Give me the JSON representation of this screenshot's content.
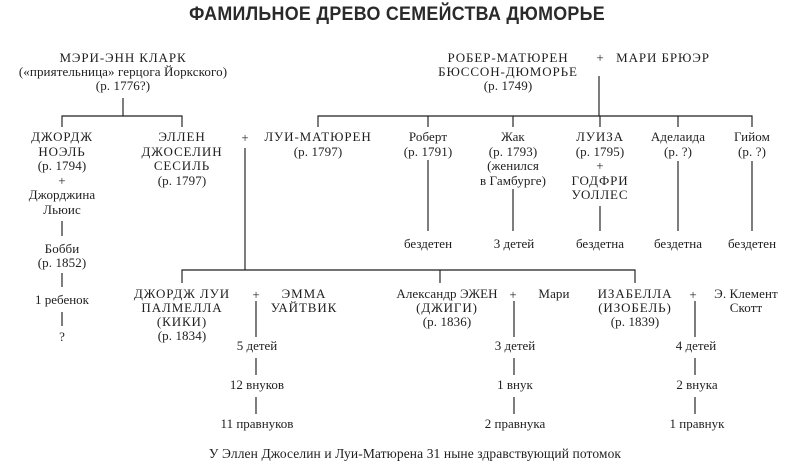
{
  "title": "ФАМИЛЬНОЕ ДРЕВО СЕМЕЙСТВА ДЮМОРЬЕ",
  "caption": "У Эллен Джоселин и Луи-Матюрена 31 ныне здравствующий потомок",
  "symbols": {
    "plus": "+"
  },
  "colors": {
    "ink": "#1e1e1e",
    "background": "#ffffff"
  },
  "gen1": {
    "mary_ann_clark": {
      "name": "МЭРИ-ЭНН КЛАРК",
      "note": "(«приятельница» герцога Йоркского)",
      "born": "(р. 1776?)"
    },
    "robert_mathurin": {
      "name1": "РОБЕР-МАТЮРЕН",
      "name2": "БЮССОН-ДЮМОРЬЕ",
      "born": "(р. 1749)"
    },
    "mary_brewer": {
      "name": "МАРИ БРЮЭР"
    }
  },
  "gen2": {
    "george_noel": {
      "name1": "ДЖОРДЖ",
      "name2": "НОЭЛЬ",
      "born": "(р. 1794)",
      "plus": "+",
      "spouse1": "Джорджина",
      "spouse2": "Льюис"
    },
    "bobby": {
      "name": "Бобби",
      "born": "(р. 1852)",
      "child": "1 ребенок",
      "unknown": "?"
    },
    "ellen": {
      "name1": "ЭЛЛЕН",
      "name2": "ДЖОСЕЛИН",
      "name3": "СЕСИЛЬ",
      "born": "(р. 1797)"
    },
    "louis_mathurin": {
      "name": "ЛУИ-МАТЮРЕН",
      "born": "(р. 1797)"
    },
    "robert": {
      "name": "Роберт",
      "born": "(р. 1791)",
      "outcome": "бездетен"
    },
    "jacques": {
      "name": "Жак",
      "born": "(р. 1793)",
      "note1": "(женился",
      "note2": "в Гамбурге)",
      "outcome": "3 детей"
    },
    "louisa": {
      "name": "ЛУИЗА",
      "born": "(р. 1795)",
      "plus": "+",
      "spouse1": "ГОДФРИ",
      "spouse2": "УОЛЛЕС",
      "outcome": "бездетна"
    },
    "adelaide": {
      "name": "Аделаида",
      "born": "(р. ?)",
      "outcome": "бездетна"
    },
    "guillaume": {
      "name": "Гийом",
      "born": "(р. ?)",
      "outcome": "бездетен"
    }
  },
  "gen3": {
    "kiki": {
      "name1": "ДЖОРДЖ ЛУИ",
      "name2": "ПАЛМЕЛЛА",
      "name3": "(КИКИ)",
      "born": "(р. 1834)",
      "plus": "+",
      "spouse1": "ЭММА",
      "spouse2": "УАЙТВИК",
      "children": "5 детей",
      "grandchildren": "12 внуков",
      "great_grandchildren": "11 правнуков"
    },
    "gigi": {
      "name1": "Александр ЭЖЕН",
      "name2": "(ДЖИГИ)",
      "born": "(р. 1836)",
      "plus": "+",
      "spouse": "Мари",
      "children": "3 детей",
      "grandchildren": "1 внук",
      "great_grandchildren": "2 правнука"
    },
    "isobel": {
      "name1": "ИЗАБЕЛЛА",
      "name2": "(ИЗОБЕЛЬ)",
      "born": "(р. 1839)",
      "plus": "+",
      "spouse1": "Э. Клемент",
      "spouse2": "Скотт",
      "children": "4 детей",
      "grandchildren": "2 внука",
      "great_grandchildren": "1 правнук"
    }
  }
}
